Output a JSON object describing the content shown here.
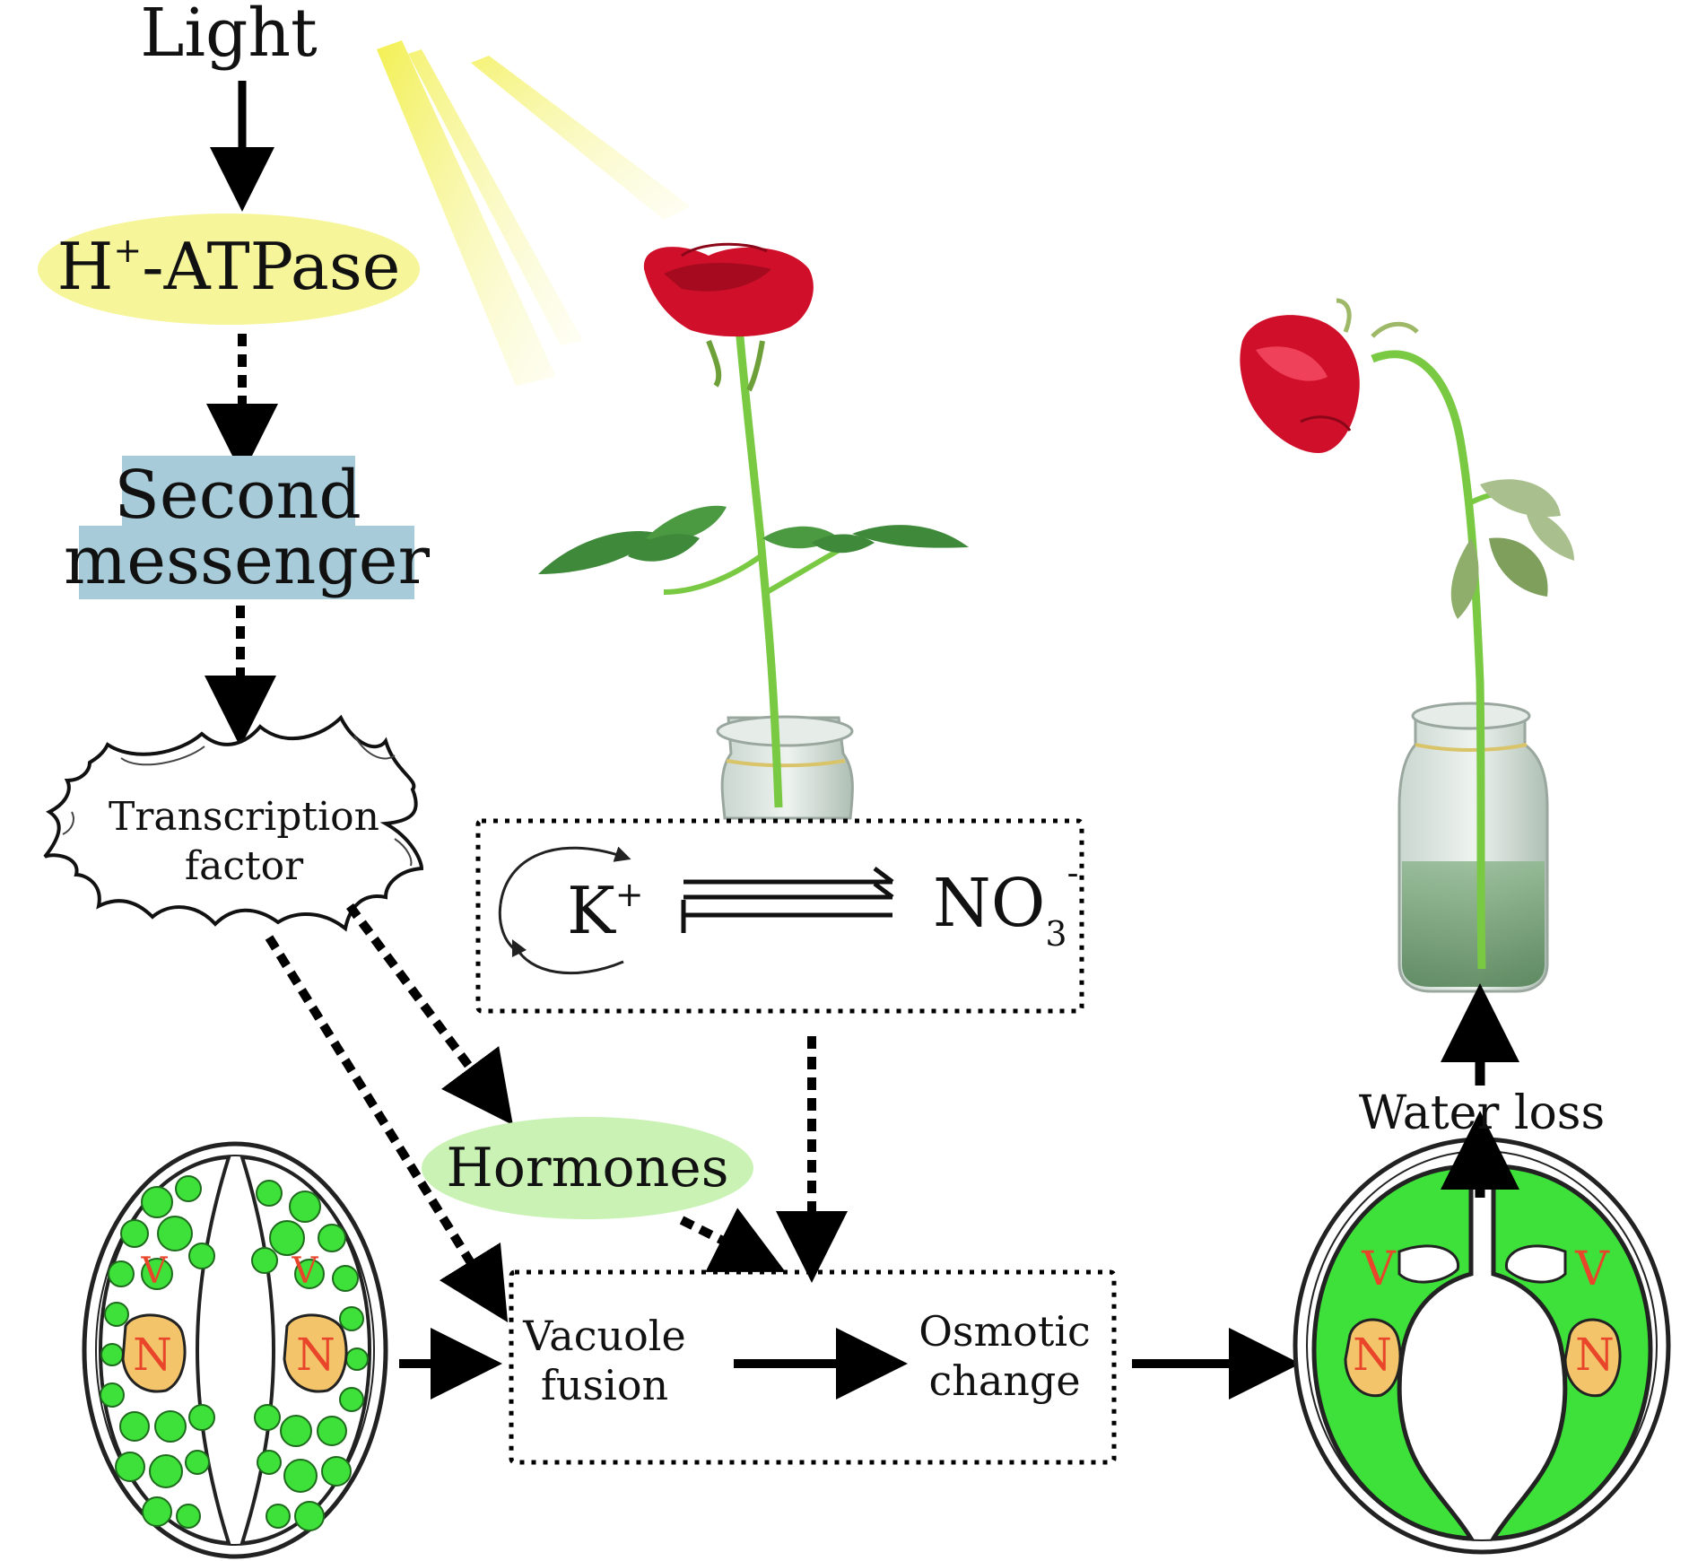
{
  "nodes": {
    "light": "Light",
    "h_atpase": {
      "main": "H",
      "sup": "+",
      "rest": "-ATPase"
    },
    "second_messenger": [
      "Second",
      "messenger"
    ],
    "transcription_factor": [
      "Transcription",
      "factor"
    ],
    "hormones": "Hormones",
    "k_ion": {
      "main": "K",
      "sup": "+"
    },
    "nitrate": {
      "main": "NO",
      "sub": "3",
      "sup": "-"
    },
    "vacuole_fusion": [
      "Vacuole",
      "fusion"
    ],
    "osmotic_change": [
      "Osmotic",
      "change"
    ],
    "water_loss": "Water loss"
  },
  "cell_labels": {
    "vacuole": "V",
    "nucleus": "N"
  },
  "colors": {
    "h_atpase_fill": "#f6f59a",
    "second_messenger_fill": "#a8cbd9",
    "hormones_fill": "#c9f2b4",
    "cell_green": "#3ee03a",
    "nucleus_fill": "#f3c46a",
    "cell_label": "#e8452a",
    "rose_red": "#d0102a",
    "stem_green": "#7ac943",
    "sun_ray": "#f4f27a"
  },
  "icons": {
    "fresh_rose": "upright-rose-in-vase",
    "wilted_rose": "wilted-rose-in-vase",
    "closed_stoma": "closed-guard-cell-pair",
    "open_stoma": "open-guard-cell-pair",
    "sun_rays": "light-rays"
  }
}
